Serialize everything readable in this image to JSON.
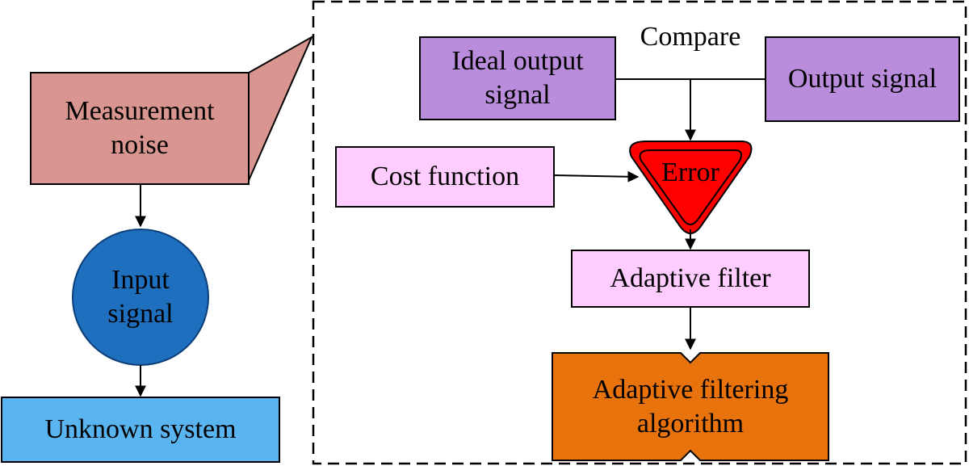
{
  "nodes": {
    "measurement_noise": "Measurement\nnoise",
    "input_signal": "Input\nsignal",
    "unknown_system": "Unknown system",
    "compare": "Compare",
    "ideal_output_signal": "Ideal output\nsignal",
    "output_signal": "Output signal",
    "cost_function": "Cost function",
    "error": "Error",
    "adaptive_filter": "Adaptive filter",
    "adaptive_filtering_algorithm": "Adaptive filtering\nalgorithm"
  },
  "colors": {
    "measurement_noise_fill": "#d9958f",
    "input_signal_fill": "#1f6fbf",
    "unknown_system_fill": "#5ab4f0",
    "purple_fill": "#b98ddb",
    "pink_fill": "#ffccff",
    "error_fill": "#ff0000",
    "algorithm_fill": "#e8720c",
    "line": "#000000"
  }
}
